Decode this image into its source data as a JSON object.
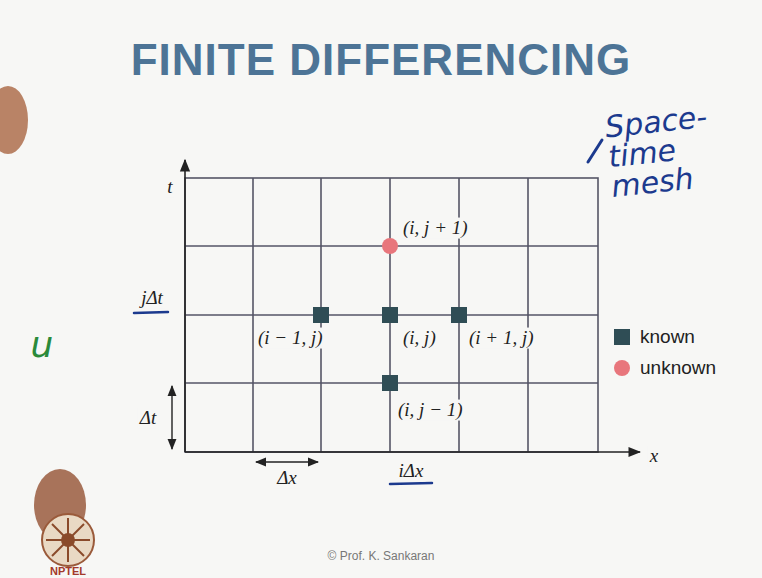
{
  "diagram": {
    "title": "FINITE DIFFERENCING",
    "labels": [
      "Space-time mesh",
      "t",
      "jΔt",
      "u",
      "(i, j + 1)",
      "(i − 1, j)",
      "(i, j)",
      "(i + 1, j)",
      "(i, j − 1)",
      "Δt",
      "x",
      "Δx",
      "iΔx",
      "© Prof. K. Sankaran",
      "NPTEL"
    ],
    "legend": [
      {
        "text": "known",
        "color": "#2f4d55"
      },
      {
        "text": "unknown",
        "color": "#e8767c"
      }
    ]
  }
}
